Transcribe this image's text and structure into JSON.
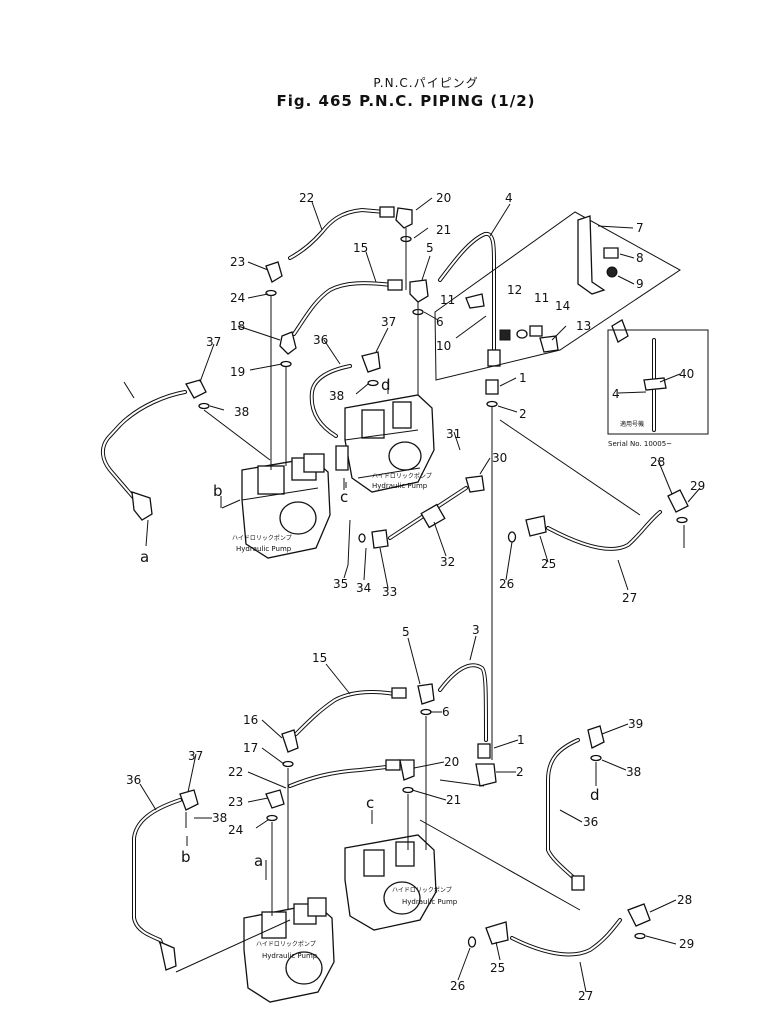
{
  "title": {
    "jp": "P.N.C.パイピング",
    "en": "Fig. 465 P.N.C. PIPING (1/2)"
  },
  "labels": {
    "hydraulic_pump_jp": "ハイドロリックポンプ",
    "hydraulic_pump_en": "Hydraulic Pump",
    "applicable_jp": "適用号機",
    "serial": "Serial No. 10005~"
  },
  "callouts_top": [
    "22",
    "20",
    "4",
    "7",
    "21",
    "23",
    "15",
    "5",
    "8",
    "24",
    "11",
    "12",
    "11",
    "14",
    "9",
    "6",
    "18",
    "10",
    "13",
    "37",
    "36",
    "37",
    "19",
    "38",
    "d",
    "1",
    "38",
    "40",
    "4",
    "2",
    "31",
    "30",
    "28",
    "29",
    "b",
    "a",
    "32",
    "25",
    "35",
    "34",
    "33",
    "26",
    "27",
    "c"
  ],
  "callouts_bottom": [
    "3",
    "5",
    "15",
    "6",
    "1",
    "39",
    "16",
    "17",
    "22",
    "20",
    "2",
    "38",
    "37",
    "36",
    "38",
    "23",
    "24",
    "21",
    "d",
    "b",
    "c",
    "36",
    "a",
    "28",
    "26",
    "25",
    "29",
    "27"
  ]
}
